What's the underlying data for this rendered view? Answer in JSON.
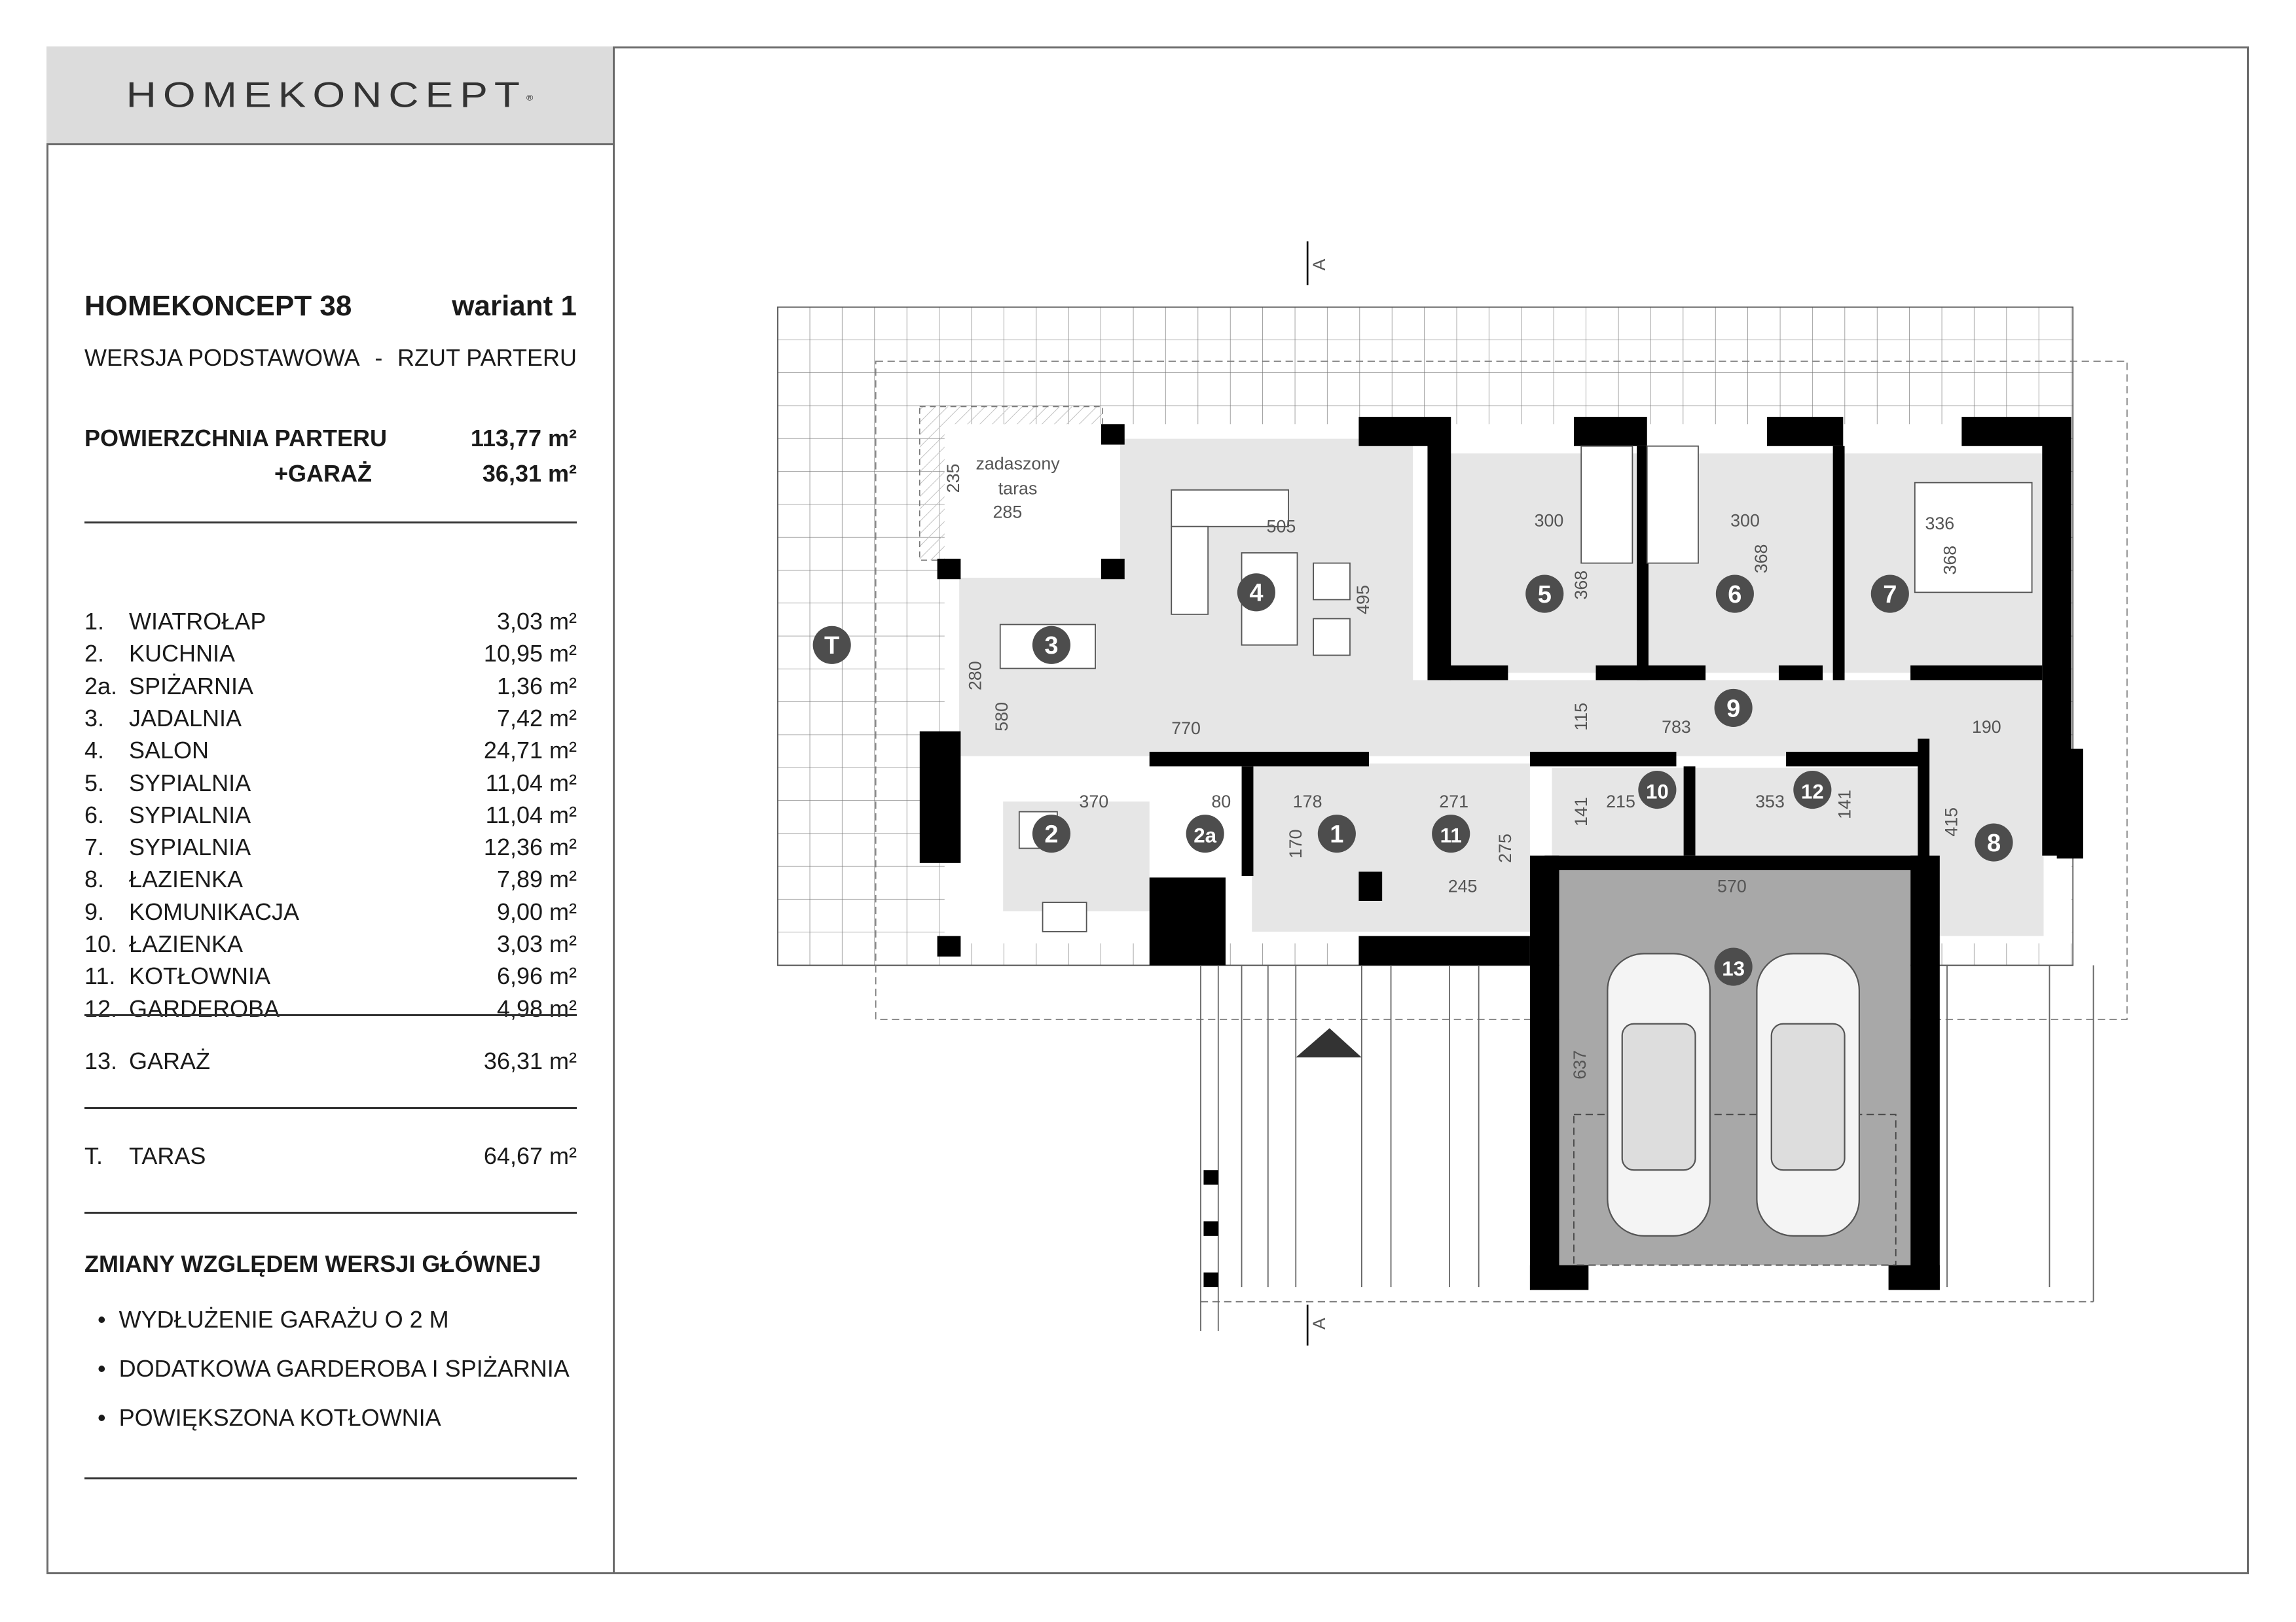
{
  "logo": "HOMEKONCEPT",
  "logo_mark": "®",
  "header": {
    "title": "HOMEKONCEPT 38",
    "variant": "wariant 1",
    "version": "WERSJA  PODSTAWOWA",
    "dash": "-",
    "view": "RZUT PARTERU"
  },
  "area": {
    "ground_label": "POWIERZCHNIA PARTERU",
    "ground_value": "113,77 m²",
    "garage_label": "+GARAŻ",
    "garage_value": "36,31 m²"
  },
  "rooms": [
    {
      "num": "1.",
      "name": "WIATROŁAP",
      "area": "3,03 m²"
    },
    {
      "num": "2.",
      "name": "KUCHNIA",
      "area": "10,95 m²"
    },
    {
      "num": "2a.",
      "name": "SPIŻARNIA",
      "area": "1,36 m²"
    },
    {
      "num": "3.",
      "name": "JADALNIA",
      "area": "7,42 m²"
    },
    {
      "num": "4.",
      "name": "SALON",
      "area": "24,71 m²"
    },
    {
      "num": "5.",
      "name": "SYPIALNIA",
      "area": "11,04 m²"
    },
    {
      "num": "6.",
      "name": "SYPIALNIA",
      "area": "11,04 m²"
    },
    {
      "num": "7.",
      "name": "SYPIALNIA",
      "area": "12,36 m²"
    },
    {
      "num": "8.",
      "name": "ŁAZIENKA",
      "area": "7,89 m²"
    },
    {
      "num": "9.",
      "name": "KOMUNIKACJA",
      "area": "9,00 m²"
    },
    {
      "num": "10.",
      "name": "ŁAZIENKA",
      "area": "3,03 m²"
    },
    {
      "num": "11.",
      "name": "KOTŁOWNIA",
      "area": "6,96 m²"
    },
    {
      "num": "12.",
      "name": "GARDEROBA",
      "area": "4,98 m²"
    }
  ],
  "garage": {
    "num": "13.",
    "name": "GARAŻ",
    "area": "36,31 m²"
  },
  "terrace": {
    "num": "T.",
    "name": "TARAS",
    "area": "64,67 m²"
  },
  "changes": {
    "title": "ZMIANY WZGLĘDEM WERSJI GŁÓWNEJ",
    "items": [
      "WYDŁUŻENIE GARAŻU O 2 M",
      "DODATKOWA GARDEROBA I SPIŻARNIA",
      "POWIĘKSZONA KOTŁOWNIA"
    ]
  },
  "plan": {
    "section_mark": "A",
    "covered_terrace": [
      "zadaszony",
      "taras"
    ],
    "markers": [
      "T",
      "3",
      "4",
      "5",
      "6",
      "7",
      "9",
      "10",
      "12",
      "2",
      "2a",
      "1",
      "11",
      "8",
      "13"
    ],
    "dims": [
      "235",
      "285",
      "505",
      "495",
      "280",
      "580",
      "770",
      "370",
      "80",
      "178",
      "271",
      "170",
      "275",
      "245",
      "300",
      "368",
      "300",
      "368",
      "336",
      "368",
      "115",
      "783",
      "190",
      "141",
      "215",
      "353",
      "141",
      "415",
      "570",
      "637"
    ]
  },
  "colors": {
    "wall": "#000000",
    "floor": "#e6e6e6",
    "garage_floor": "#a8a8a8",
    "marker": "#4d4d4d",
    "header_band": "#dcdcdc"
  }
}
